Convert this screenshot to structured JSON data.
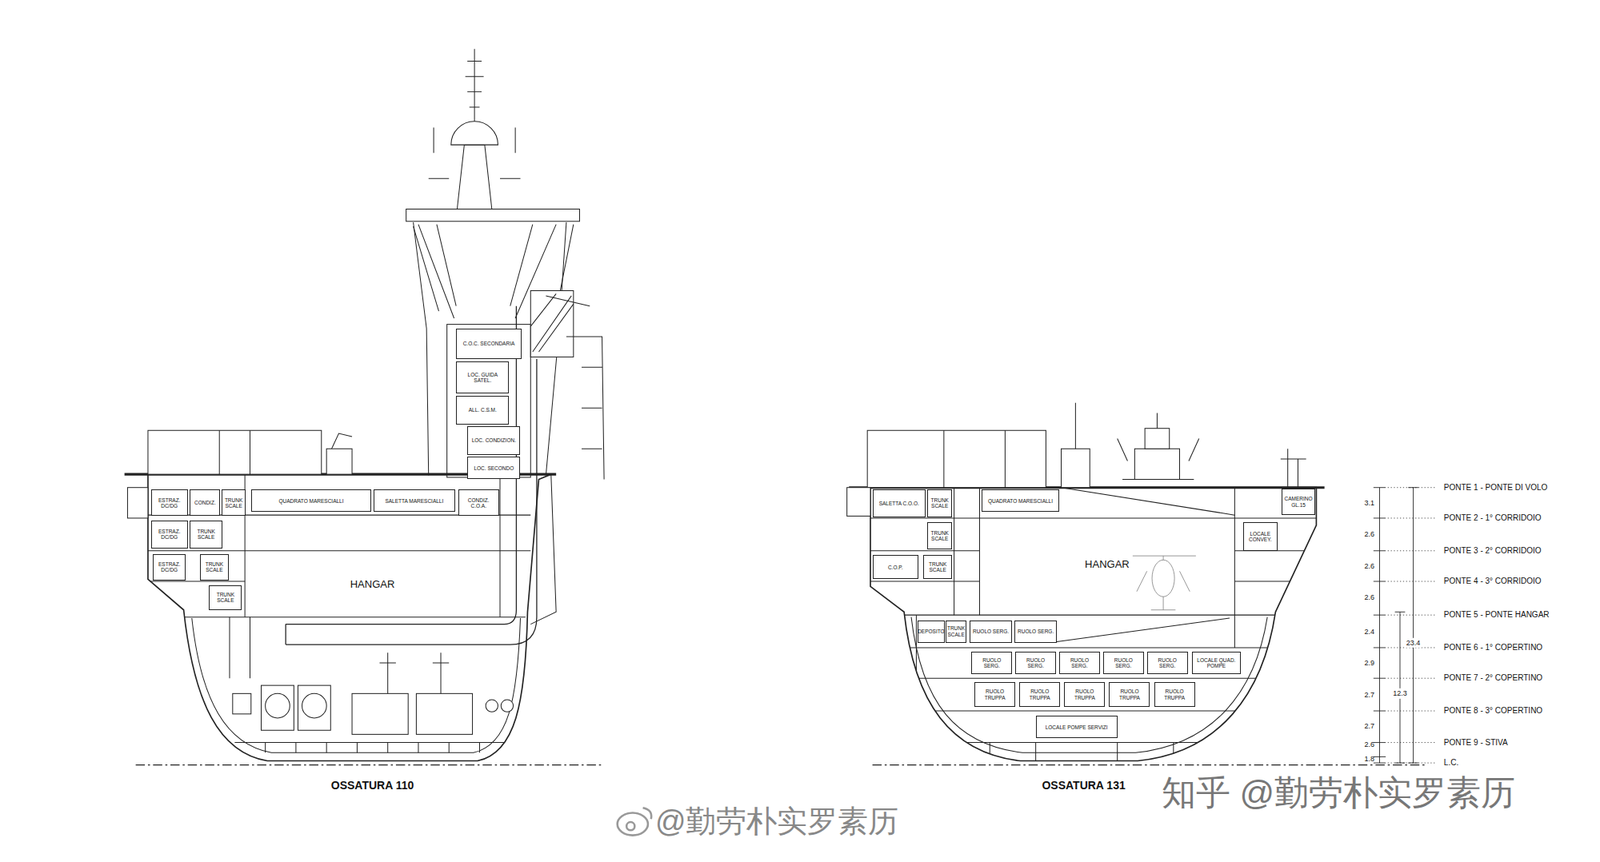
{
  "diagram": {
    "nodes": [
      {
        "text": [
          "C.O.C. SECONDARIA"
        ]
      },
      {
        "text": [
          "LOC. GUIDA SATEL."
        ]
      },
      {
        "text": [
          "ALL. C.S.M."
        ]
      },
      {
        "text": [
          "LOC. CONDIZION."
        ]
      },
      {
        "text": [
          "LOC. SECONDO"
        ]
      },
      {
        "text": [
          "ESTRAZ. DC/DG"
        ]
      },
      {
        "text": [
          "CONDIZ."
        ]
      },
      {
        "text": [
          "TRUNK SCALE"
        ]
      },
      {
        "text": [
          "QUADRATO MARESCIALLI"
        ]
      },
      {
        "text": [
          "SALETTA MARESCIALLI"
        ]
      },
      {
        "text": [
          "CONDIZ. C.O.A."
        ]
      },
      {
        "text": [
          "ESTRAZ. DC/DG"
        ]
      },
      {
        "text": [
          "TRUNK SCALE"
        ]
      },
      {
        "text": [
          "ESTRAZ. DC/DG"
        ]
      },
      {
        "text": [
          "TRUNK SCALE"
        ]
      },
      {
        "text": [
          "TRUNK SCALE"
        ]
      },
      {
        "text": [
          "HANGAR"
        ]
      },
      {
        "text": [
          "SALETTA C.O.O."
        ]
      },
      {
        "text": [
          "TRUNK SCALE"
        ]
      },
      {
        "text": [
          "QUADRATO MARESCIALLI"
        ]
      },
      {
        "text": [
          "CAMERINO GL.15"
        ]
      },
      {
        "text": [
          "LOCALE CONVEY."
        ]
      },
      {
        "text": [
          "TRUNK SCALE"
        ]
      },
      {
        "text": [
          "C.O.P."
        ]
      },
      {
        "text": [
          "TRUNK SCALE"
        ]
      },
      {
        "text": [
          "HANGAR"
        ]
      },
      {
        "text": [
          "DEPOSITO"
        ]
      },
      {
        "text": [
          "TRUNK SCALE"
        ]
      },
      {
        "text": [
          "RUOLO SERG."
        ]
      },
      {
        "text": [
          "RUOLO SERG."
        ]
      },
      {
        "text": [
          "RUOLO SERG."
        ]
      },
      {
        "text": [
          "RUOLO SERG."
        ]
      },
      {
        "text": [
          "RUOLO SERG."
        ]
      },
      {
        "text": [
          "RUOLO SERG."
        ]
      },
      {
        "text": [
          "RUOLO SERG."
        ]
      },
      {
        "text": [
          "LOCALE QUAD. POMPE"
        ]
      },
      {
        "text": [
          "RUOLO TRUPPA"
        ]
      },
      {
        "text": [
          "RUOLO TRUPPA"
        ]
      },
      {
        "text": [
          "RUOLO TRUPPA"
        ]
      },
      {
        "text": [
          "RUOLO TRUPPA"
        ]
      },
      {
        "text": [
          "RUOLO TRUPPA"
        ]
      },
      {
        "text": [
          "LOCALE POMPE SERVIZI"
        ]
      }
    ],
    "labels": [
      "OSSATURA 110",
      "OSSATURA 131",
      "PONTE 1 - PONTE DI VOLO",
      "PONTE 2 - 1° CORRIDOIO",
      "PONTE 3 - 2° CORRIDOIO",
      "PONTE 4 - 3° CORRIDOIO",
      "PONTE 5 - PONTE HANGAR",
      "PONTE 6 - 1° COPERTINO",
      "PONTE 7 - 2° COPERTINO",
      "PONTE 8 - 3° COPERTINO",
      "PONTE 9 - STIVA",
      "L.C.",
      "3.1",
      "2.6",
      "2.6",
      "2.6",
      "2.4",
      "2.9",
      "2.7",
      "2.7",
      "2.6",
      "1.8",
      "23.4",
      "12.3",
      "知乎 @勤劳朴实罗素历",
      "@勤劳朴实罗素历"
    ]
  }
}
